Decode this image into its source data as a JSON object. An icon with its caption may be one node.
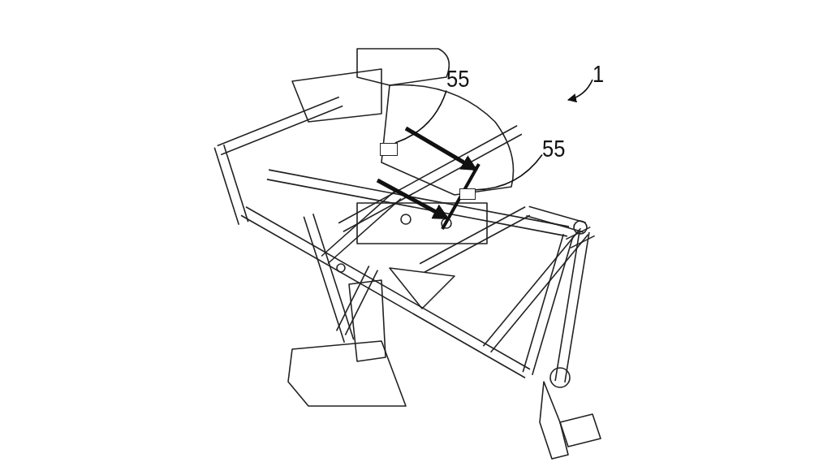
{
  "diagram": {
    "nodes": [
      {
        "text": [
          "55"
        ]
      },
      {
        "text": [
          "55"
        ]
      },
      {
        "text": [
          "1"
        ]
      },
      {
        "text": [],
        "shape": "box"
      },
      {
        "text": [],
        "shape": "box"
      }
    ],
    "edges": [
      {
        "from": 0,
        "to": 3,
        "arrow": "none"
      },
      {
        "from": 1,
        "to": 4,
        "arrow": "none"
      },
      {
        "from": 2,
        "to": null,
        "arrow": "to"
      }
    ]
  }
}
